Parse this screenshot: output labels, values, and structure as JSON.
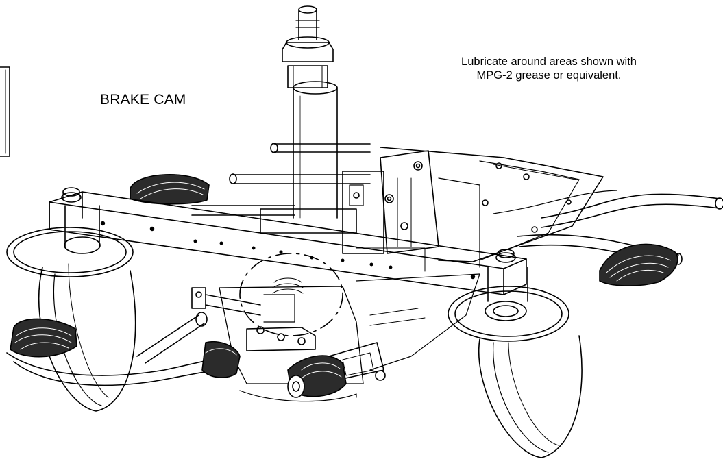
{
  "labels": {
    "callout": "BRAKE CAM",
    "note_line1": "Lubricate around areas shown with",
    "note_line2": "MPG-2 grease or equivalent."
  },
  "colors": {
    "ink": "#000000",
    "paper": "#ffffff",
    "tread": "#2b2b2b"
  }
}
